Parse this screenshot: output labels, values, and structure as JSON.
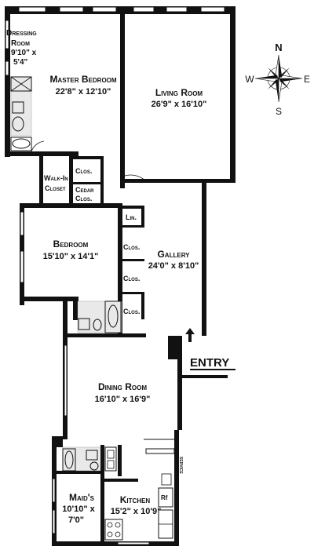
{
  "rooms": {
    "dressing_room": {
      "name_1": "Dressing",
      "name_2": "Room",
      "dims_1": "9'10\" x",
      "dims_2": "5'4\""
    },
    "master_bedroom": {
      "name": "Master Bedroom",
      "dims": "22'8\" x 12'10\""
    },
    "living_room": {
      "name": "Living Room",
      "dims": "26'9\" x 16'10\""
    },
    "walk_in_closet": {
      "name_1": "Walk-In",
      "name_2": "Closet"
    },
    "clos_1": "Clos.",
    "cedar_clos": {
      "name_1": "Cedar",
      "name_2": "Clos."
    },
    "lin": "Lin.",
    "clos_2": "Clos.",
    "clos_3": "Clos.",
    "clos_4": "Clos.",
    "bedroom": {
      "name": "Bedroom",
      "dims": "15'10\" x 14'1\""
    },
    "gallery": {
      "name": "Gallery",
      "dims": "24'0\" x 8'10\""
    },
    "dining_room": {
      "name": "Dining Room",
      "dims": "16'10\" x 16'9\""
    },
    "maids": {
      "name": "Maid's",
      "dims_1": "10'10\" x",
      "dims_2": "7'0\""
    },
    "kitchen": {
      "name": "Kitchen",
      "dims": "15'2\" x 10'9\""
    },
    "rf": "Rf",
    "service": "SERVICE"
  },
  "entry": "ENTRY",
  "compass": {
    "n": "N",
    "s": "S",
    "e": "E",
    "w": "W"
  }
}
